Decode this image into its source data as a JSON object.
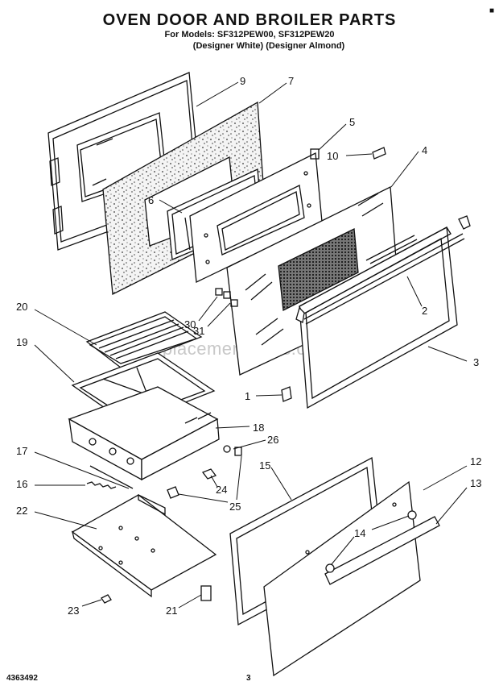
{
  "header": {
    "title": "OVEN DOOR AND BROILER PARTS",
    "models": "For Models: SF312PEW00, SF312PEW20",
    "variants": "(Designer White) (Designer Almond)"
  },
  "footer": {
    "doc_number": "4363492",
    "page_number": "3"
  },
  "watermark": "eReplacementParts.com",
  "callouts": {
    "p1": "1",
    "p2": "2",
    "p3": "3",
    "p4": "4",
    "p5": "5",
    "p6": "6",
    "p7": "7",
    "p9": "9",
    "p10": "10",
    "p12": "12",
    "p13": "13",
    "p14": "14",
    "p15": "15",
    "p16": "16",
    "p17": "17",
    "p18": "18",
    "p19": "19",
    "p20": "20",
    "p21": "21",
    "p22": "22",
    "p23": "23",
    "p24": "24",
    "p25": "25",
    "p26": "26",
    "p30": "30",
    "p31": "31"
  }
}
